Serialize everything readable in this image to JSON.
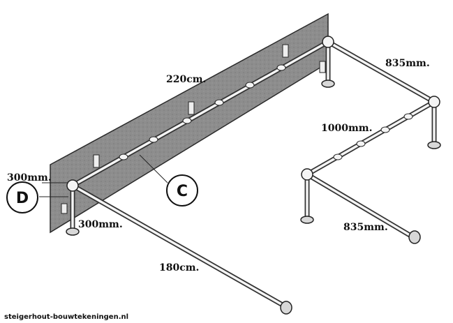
{
  "dimensions": {
    "top_length": "220cm.",
    "left_depth": "300mm.",
    "bottom_height": "300mm.",
    "diagonal_length": "180cm.",
    "right_top_length": "835mm.",
    "right_middle_length": "1000mm.",
    "right_bottom_length": "835mm."
  },
  "callouts": {
    "d": "D",
    "c": "C"
  },
  "credit": "steigerhout-bouwtekeningen.nl",
  "colors": {
    "board": "#8d8d8d",
    "board_edge": "#2a2a2a",
    "pipe_edge": "#333333",
    "pipe_fill": "#f4f4f4"
  }
}
